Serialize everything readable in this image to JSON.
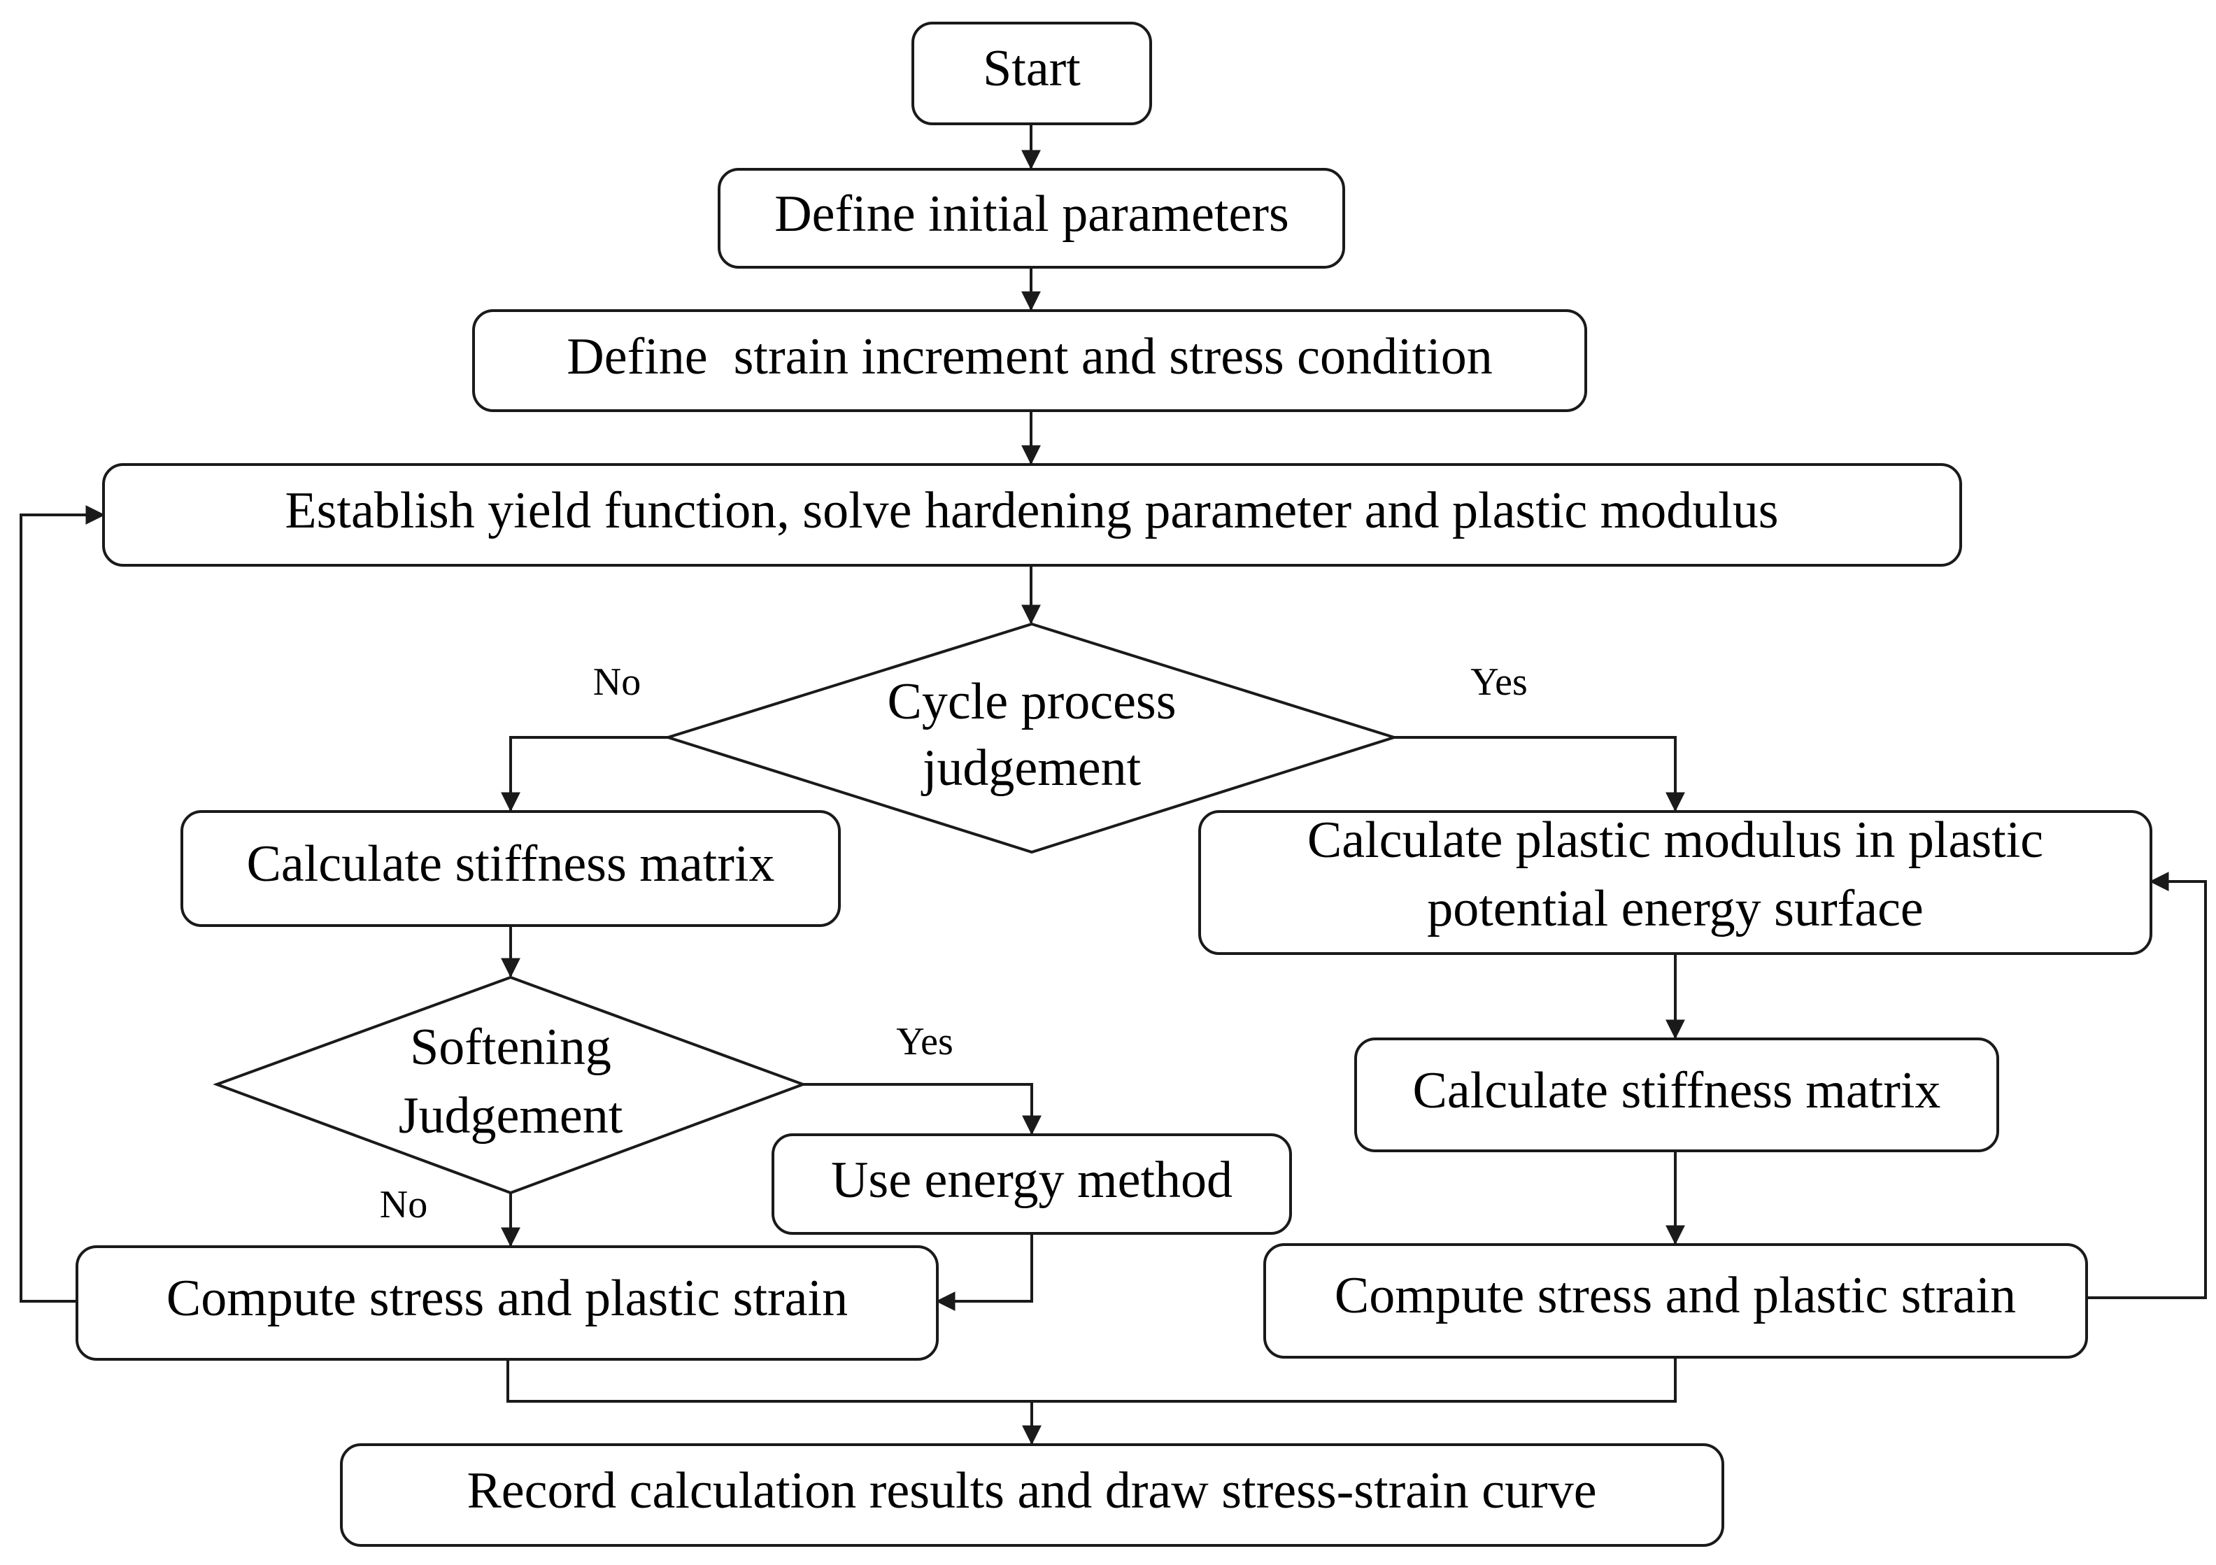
{
  "diagram": {
    "nodes": {
      "start": "Start",
      "define_params": "Define initial parameters",
      "define_strain": "Define  strain increment and stress condition",
      "establish_yield": "Establish yield function, solve hardening parameter and plastic modulus",
      "cycle_judgement_l1": "Cycle process",
      "cycle_judgement_l2": "judgement",
      "calc_stiffness_left": "Calculate stiffness matrix",
      "softening_l1": "Softening",
      "softening_l2": "Judgement",
      "use_energy": "Use energy method",
      "compute_left": "Compute stress and plastic strain",
      "calc_plastic_l1": "Calculate plastic modulus in plastic",
      "calc_plastic_l2": "potential energy surface",
      "calc_stiffness_right": "Calculate stiffness matrix",
      "compute_right": "Compute stress and plastic strain",
      "record": "Record calculation results and draw stress-strain curve"
    },
    "edge_labels": {
      "cycle_no": "No",
      "cycle_yes": "Yes",
      "soft_yes": "Yes",
      "soft_no": "No"
    }
  }
}
